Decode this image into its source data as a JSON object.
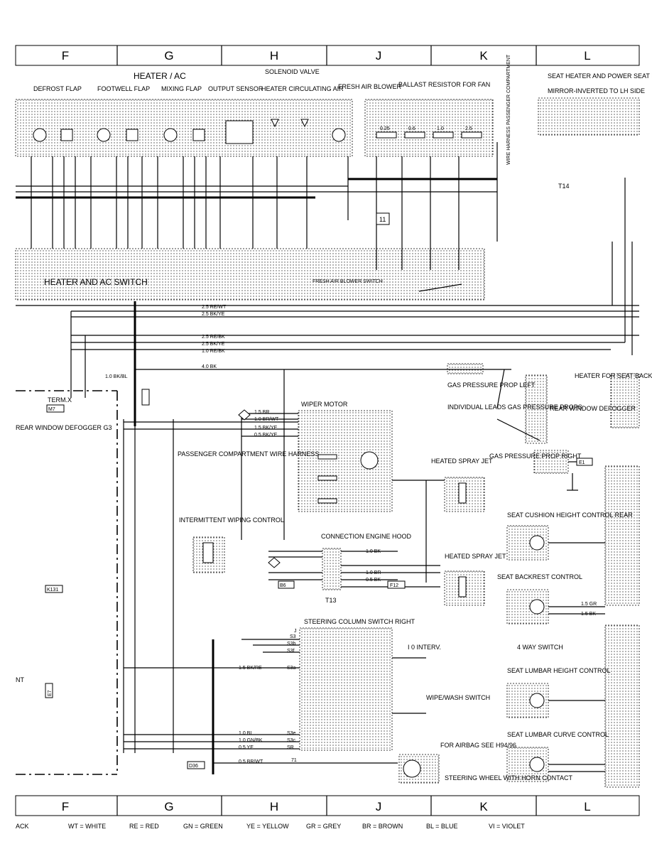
{
  "columns": [
    "F",
    "G",
    "H",
    "J",
    "K",
    "L"
  ],
  "legend": [
    {
      "code": "ACK",
      "text": "ACK"
    },
    {
      "code": "WT",
      "text": "WT = WHITE"
    },
    {
      "code": "RE",
      "text": "RE = RED"
    },
    {
      "code": "GN",
      "text": "GN = GREEN"
    },
    {
      "code": "YE",
      "text": "YE = YELLOW"
    },
    {
      "code": "GR",
      "text": "GR = GREY"
    },
    {
      "code": "BR",
      "text": "BR = BROWN"
    },
    {
      "code": "BL",
      "text": "BL = BLUE"
    },
    {
      "code": "VI",
      "text": "VI = VIOLET"
    }
  ],
  "labels": {
    "heater_ac": "HEATER / AC",
    "solenoid_valve": "SOLENOID VALVE",
    "defrost_flap": "DEFROST FLAP",
    "footwell_flap": "FOOTWELL FLAP",
    "mixing_flap": "MIXING FLAP",
    "output_sensor": "OUTPUT SENSOR",
    "heater_circulating_air": "HEATER CIRCULATING AIR",
    "fresh_air_blower": "FRESH AIR BLOWER",
    "ballast_resistor": "BALLAST RESISTOR FOR FAN",
    "wire_harness_passenger": "WIRE HARNESS PASSENGER COMPARTMENT",
    "seat_heater_right": "SEAT HEATER AND POWER SEAT RIGHT",
    "mirror_inverted": "MIRROR-INVERTED TO LH SIDE",
    "heater_ac_switch": "HEATER AND AC SWITCH",
    "fresh_air_blower_switch": "FRESH AIR BLOWER SWITCH",
    "gas_pressure_prop_left": "GAS PRESSURE PROP LEFT",
    "individual_leads": "INDIVIDUAL LEADS GAS PRESSURE PROPS",
    "heater_seat_backrest": "HEATER FOR SEAT BACKREST",
    "rear_window_defogger_l": "REAR WINDOW DEFOGGER",
    "gas_pressure_prop_right": "GAS PRESSURE PROP RIGHT",
    "wiper_motor": "WIPER MOTOR",
    "term_x": "TERM.X",
    "rear_window_defogger_f": "REAR WINDOW DEFOGGER G3",
    "passenger_wire_harness": "PASSENGER COMPARTMENT WIRE HARNESS",
    "heated_spray_jet_1": "HEATED SPRAY JET",
    "heated_spray_jet_2": "HEATED SPRAY JET",
    "seat_cushion_height": "SEAT CUSHION HEIGHT CONTROL REAR",
    "four_way_switch": "4 WAY SWITCH",
    "intermittent_wiping": "INTERMITTENT WIPING CONTROL",
    "connection_engine_hood": "CONNECTION ENGINE HOOD",
    "seat_backrest_control": "SEAT BACKREST CONTROL",
    "t13": "T13",
    "t14": "T14",
    "steering_column_switch": "STEERING COLUMN SWITCH RIGHT",
    "interv": "I 0 INTERV.",
    "wipe_wash": "WIPE/WASH SWITCH",
    "seat_lumbar_height": "SEAT LUMBAR HEIGHT CONTROL",
    "seat_lumbar_curve": "SEAT LUMBAR CURVE CONTROL",
    "airbag": "FOR AIRBAG SEE H94/96",
    "steering_wheel_horn": "STEERING WHEEL WITH HORN CONTACT",
    "nt": "NT",
    "k131": "K131",
    "m7": "M7",
    "e1": "E1",
    "e7": "E7",
    "d36": "D36",
    "f12": "F12",
    "b6": "B6"
  },
  "wire_labels": [
    "2.5 RE/WT",
    "2.5 BK/YE",
    "2.5 RE/BK",
    "2.5 BK/YE",
    "1.0 RE/BK",
    "4.0 BK",
    "1.0 BK/BL",
    "1.5 BR",
    "1.0 BR/WT",
    "1.5 BK/YE",
    "0.5 BK/YE",
    "1.5 BK/RE",
    "1.0 BL",
    "1.0 GN/BK",
    "0.5 YE",
    "0.5 BR/WT",
    "1.0 BK",
    "1.0 BR",
    "0.5 BK",
    "1.5 GR",
    "1.5 BK"
  ],
  "resistor_values": [
    "0.25",
    "0.6",
    "1.0",
    "2.5"
  ],
  "switch_pins": [
    "S3",
    "S3b",
    "S3f",
    "S3a",
    "S3e",
    "S3c",
    "SR",
    "J",
    "71"
  ]
}
